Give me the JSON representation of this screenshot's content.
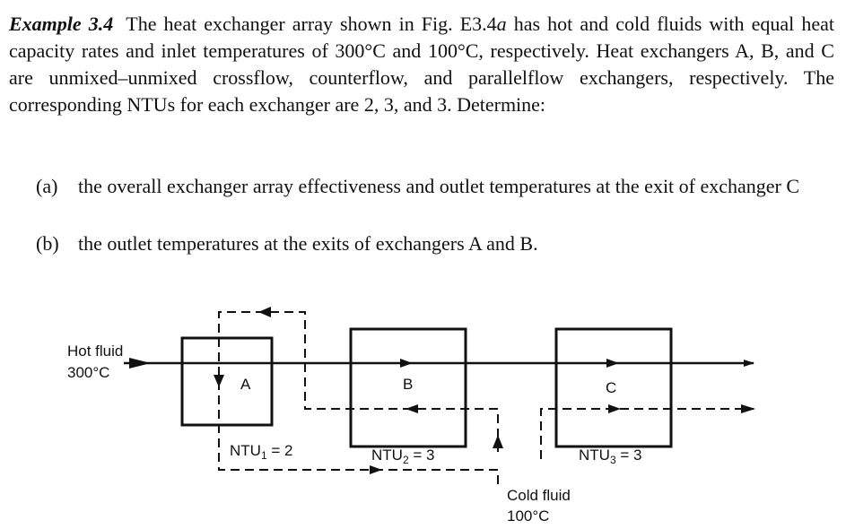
{
  "problem": {
    "label": "Example 3.4",
    "text_before_fig": "The heat exchanger array shown in Fig. E3.4",
    "fig_suffix": "a",
    "text_after_fig": " has hot and cold fluids with equal heat capacity rates and inlet temperatures of 300°C and 100°C, respectively. Heat exchangers A, B, and C are unmixed–unmixed crossflow, counterflow, and parallelflow exchangers, respectively. The corresponding NTUs for each exchanger are 2, 3, and 3. Determine:"
  },
  "parts": [
    {
      "label": "(a)",
      "text": "the overall exchanger array effectiveness and outlet temperatures at the exit of exchanger C"
    },
    {
      "label": "(b)",
      "text": "the outlet temperatures at the exits of exchangers A and B."
    }
  ],
  "diagram": {
    "hot_fluid_label": "Hot fluid",
    "hot_fluid_temp": "300°C",
    "cold_fluid_label": "Cold fluid",
    "cold_fluid_temp": "100°C",
    "exchangers": [
      {
        "name": "A",
        "ntu_prefix": "NTU",
        "ntu_sub": "1",
        "ntu_suffix": " = 2"
      },
      {
        "name": "B",
        "ntu_prefix": "NTU",
        "ntu_sub": "2",
        "ntu_suffix": " = 3"
      },
      {
        "name": "C",
        "ntu_prefix": "NTU",
        "ntu_sub": "3",
        "ntu_suffix": " = 3"
      }
    ],
    "line_color": "#111111"
  }
}
